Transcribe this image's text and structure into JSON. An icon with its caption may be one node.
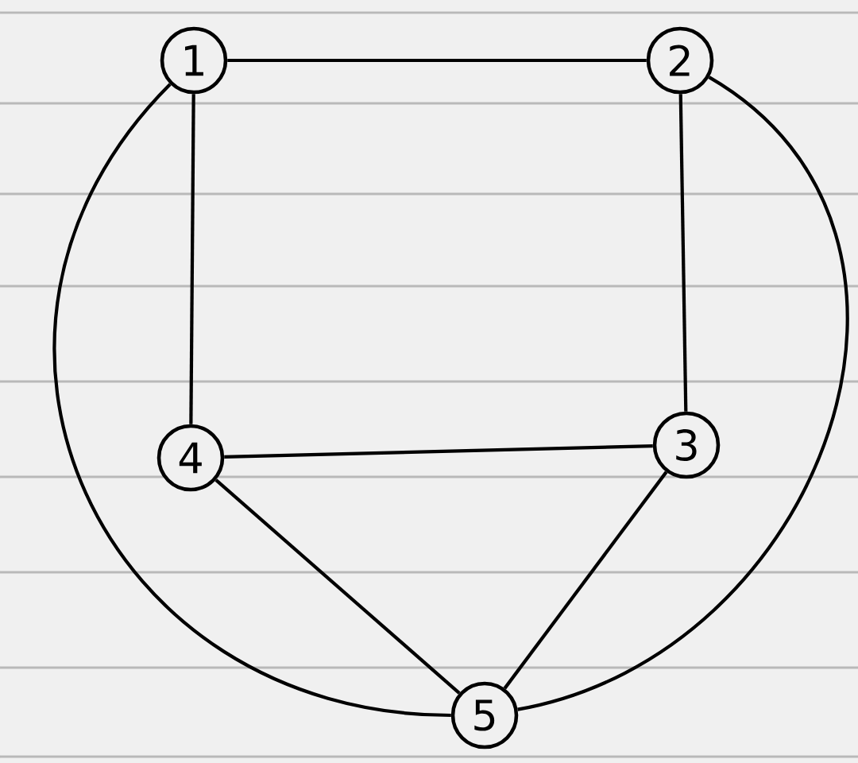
{
  "diagram": {
    "nodes": [
      {
        "text": [
          "1"
        ]
      },
      {
        "text": [
          "2"
        ]
      },
      {
        "text": [
          "4"
        ]
      },
      {
        "text": [
          "3"
        ]
      },
      {
        "text": [
          "5"
        ]
      }
    ],
    "edges": [
      {
        "from": 0,
        "to": 1,
        "arrow": "none"
      },
      {
        "from": 0,
        "to": 2,
        "arrow": "none"
      },
      {
        "from": 1,
        "to": 3,
        "arrow": "none"
      },
      {
        "from": 2,
        "to": 3,
        "arrow": "none"
      },
      {
        "from": 2,
        "to": 4,
        "arrow": "none"
      },
      {
        "from": 3,
        "to": 4,
        "arrow": "none"
      },
      {
        "from": 0,
        "to": 4,
        "arrow": "none"
      },
      {
        "from": 1,
        "to": 4,
        "arrow": "none"
      }
    ]
  }
}
